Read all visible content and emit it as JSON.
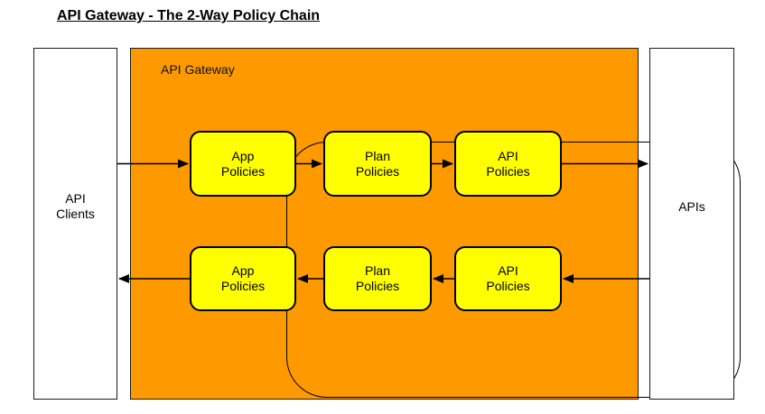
{
  "title": "API Gateway - The 2-Way Policy Chain",
  "endpoints": {
    "left": {
      "label": "API\nClients"
    },
    "right": {
      "label": "APIs"
    }
  },
  "gateway": {
    "label": "API Gateway"
  },
  "top_chain": {
    "direction": "left-to-right",
    "nodes": [
      {
        "label": "App\nPolicies"
      },
      {
        "label": "Plan\nPolicies"
      },
      {
        "label": "API\nPolicies"
      }
    ]
  },
  "bottom_chain": {
    "direction": "right-to-left",
    "nodes": [
      {
        "label": "App\nPolicies"
      },
      {
        "label": "Plan\nPolicies"
      },
      {
        "label": "API\nPolicies"
      }
    ]
  },
  "colors": {
    "gateway_fill": "#ff9900",
    "policy_fill": "#ffff00",
    "endpoint_fill": "#ffffff",
    "line_color": "#000000"
  }
}
